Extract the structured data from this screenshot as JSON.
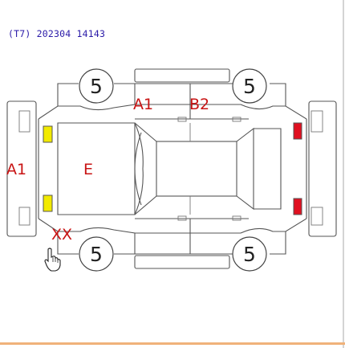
{
  "header": {
    "text": "(T7) 202304 14143"
  },
  "wheel_labels": [
    "5",
    "5",
    "5",
    "5"
  ],
  "damage_labels": {
    "front_bumper": "A1",
    "left_front_door": "A1",
    "left_rear_door": "B2",
    "hood": "E",
    "front_corner": "XX"
  },
  "colors": {
    "outline": "#555555",
    "code_text": "#c81414",
    "header_text": "#2a1aa8",
    "headlight": "#f2ea00",
    "taillight": "#e01020",
    "accent_bar": "#f0b27a"
  },
  "icons": {
    "cursor": "hand-pointer-icon"
  }
}
